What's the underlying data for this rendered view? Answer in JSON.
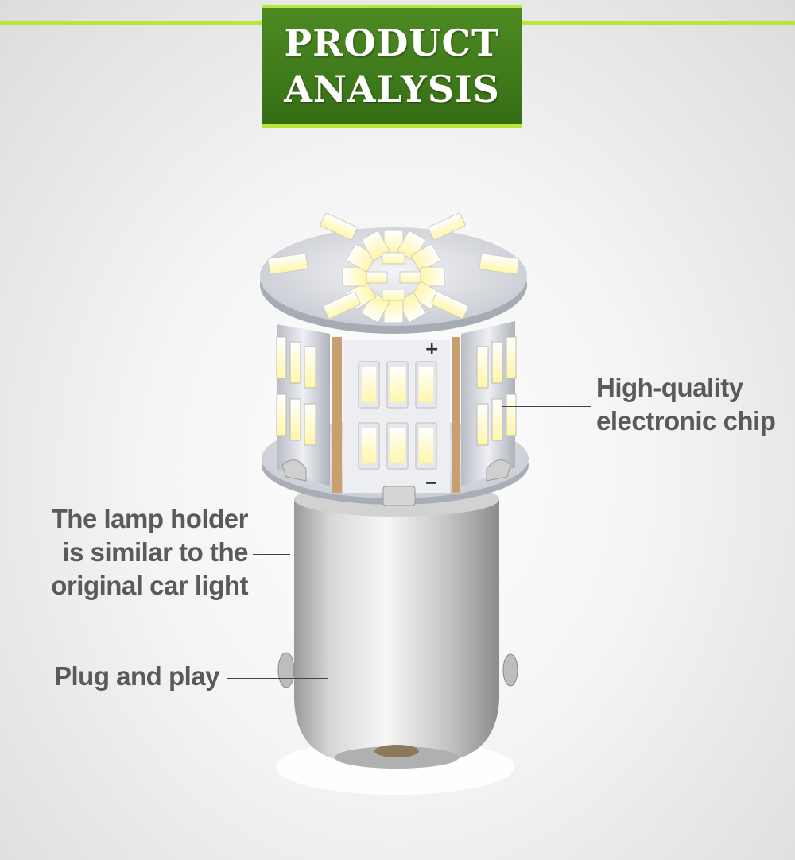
{
  "banner": {
    "line1": "PRODUCT",
    "line2": "ANALYSIS"
  },
  "callouts": {
    "chip": [
      "High-quality",
      "electronic chip"
    ],
    "holder": [
      "The lamp holder",
      "is similar to the",
      "original car light"
    ],
    "plug": "Plug and play"
  },
  "board_marks": {
    "plus": "+",
    "minus": "−"
  },
  "colors": {
    "accent_green": "#b8e636",
    "banner_green": "#3f7a1a",
    "text_gray": "#5a5a5a",
    "led_yellow": "#fff6a8"
  }
}
